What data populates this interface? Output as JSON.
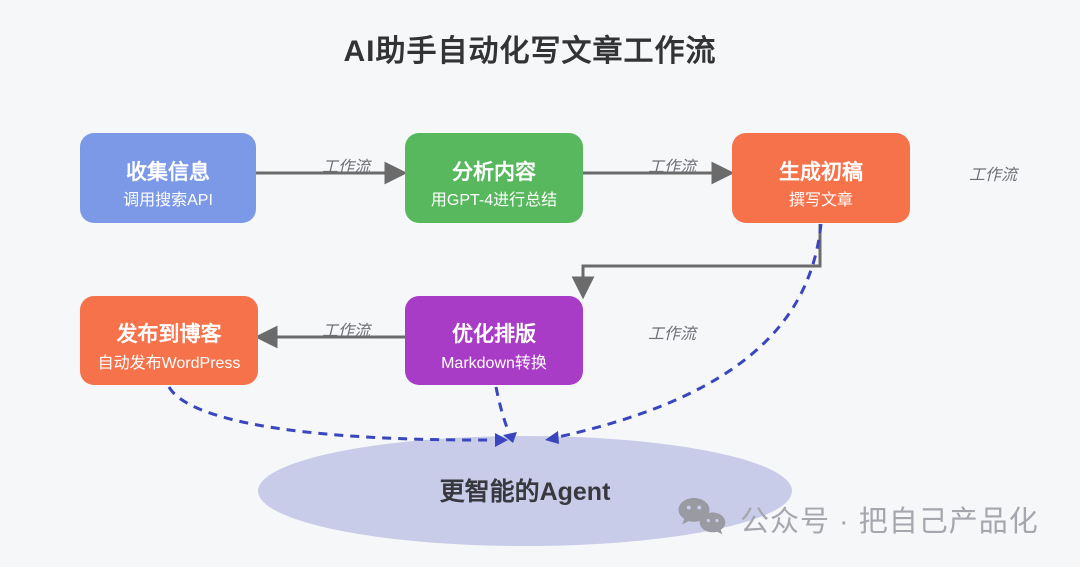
{
  "title": "AI助手自动化写文章工作流",
  "nodes": [
    {
      "id": "collect-info",
      "title": "收集信息",
      "subtitle": "调用搜索API",
      "color": "#7C99E8"
    },
    {
      "id": "analyze",
      "title": "分析内容",
      "subtitle": "用GPT-4进行总结",
      "color": "#58B85E"
    },
    {
      "id": "draft",
      "title": "生成初稿",
      "subtitle": "撰写文章",
      "color": "#F5724B"
    },
    {
      "id": "format",
      "title": "优化排版",
      "subtitle": "Markdown转换",
      "color": "#A93CC6"
    },
    {
      "id": "publish",
      "title": "发布到博客",
      "subtitle": "自动发布WordPress",
      "color": "#F5724B"
    }
  ],
  "edge_labels": [
    "工作流",
    "工作流",
    "工作流",
    "工作流",
    "工作流"
  ],
  "agent_ellipse": {
    "label": "更智能的Agent",
    "fill": "#C9CCE8"
  },
  "watermark": {
    "icon": "wechat-icon",
    "text": "公众号 · 把自己产品化"
  },
  "colors": {
    "background": "#F6F7F9",
    "arrow": "#6B6B6B",
    "dashed_line": "#3946BE",
    "edge_label_text": "#6E6E76",
    "title_text": "#333336",
    "node_text": "#FFFFFF"
  }
}
